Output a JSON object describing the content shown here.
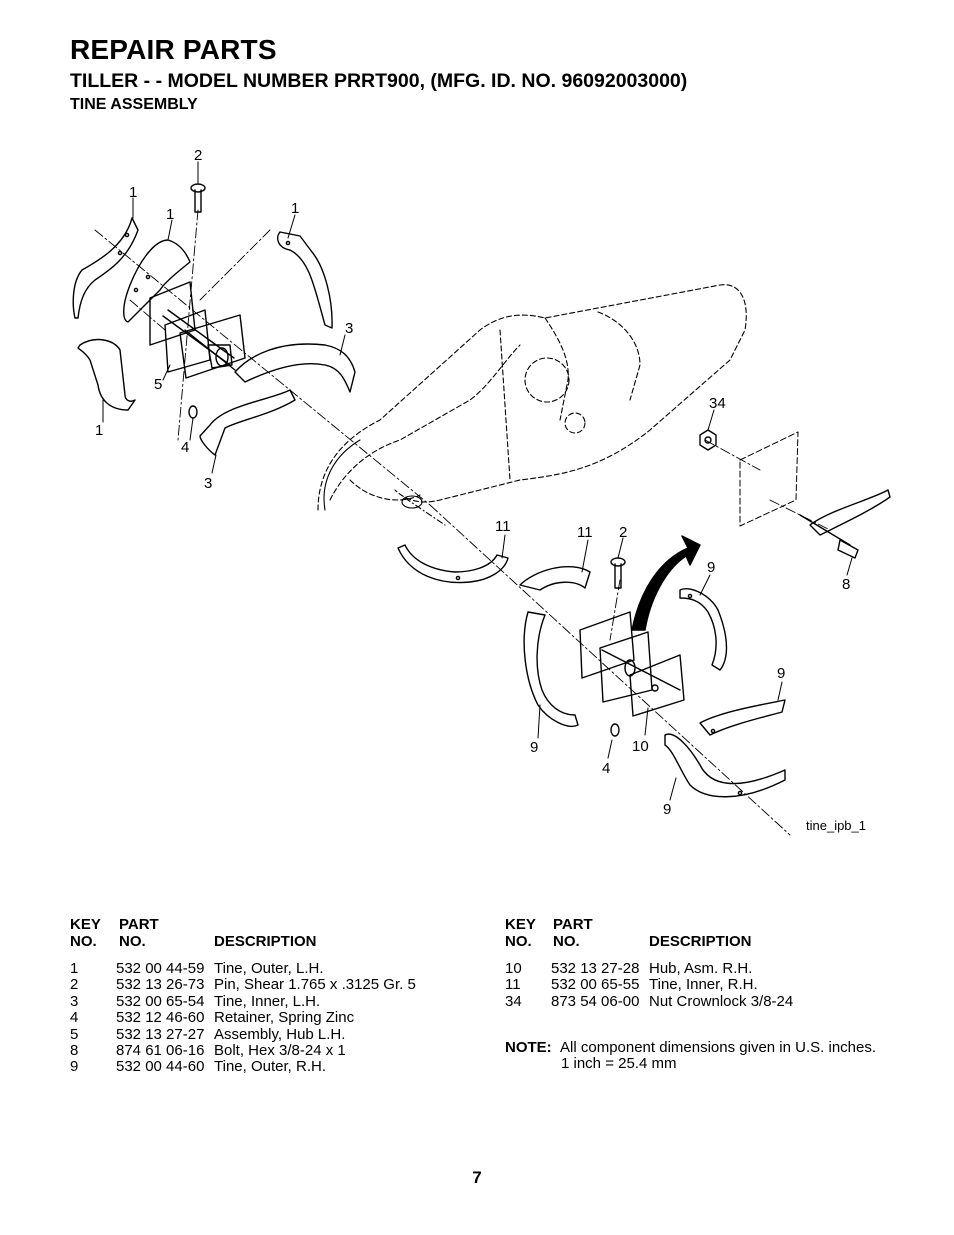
{
  "header": {
    "title": "REPAIR PARTS",
    "subtitle": "TILLER - - MODEL NUMBER PRRT900, (MFG. ID. NO. 96092003000)",
    "section": "TINE ASSEMBLY"
  },
  "diagram": {
    "figure_id": "tine_ipb_1",
    "callouts": [
      "2",
      "1",
      "1",
      "1",
      "3",
      "5",
      "1",
      "4",
      "3",
      "34",
      "11",
      "11",
      "2",
      "9",
      "8",
      "9",
      "9",
      "4",
      "10",
      "9"
    ]
  },
  "table_headers": {
    "key": "KEY",
    "no": "NO.",
    "part": "PART",
    "part_no": "NO.",
    "description": "DESCRIPTION"
  },
  "parts_left": [
    {
      "key": "1",
      "part": "532 00 44-59",
      "desc": "Tine, Outer, L.H."
    },
    {
      "key": "2",
      "part": "532 13 26-73",
      "desc": "Pin, Shear 1.765 x .3125 Gr. 5"
    },
    {
      "key": "3",
      "part": "532 00 65-54",
      "desc": "Tine, Inner, L.H."
    },
    {
      "key": "4",
      "part": "532 12 46-60",
      "desc": "Retainer, Spring Zinc"
    },
    {
      "key": "5",
      "part": "532 13 27-27",
      "desc": "Assembly, Hub L.H."
    },
    {
      "key": "8",
      "part": "874 61 06-16",
      "desc": "Bolt, Hex  3/8-24 x 1"
    },
    {
      "key": "9",
      "part": "532 00 44-60",
      "desc": "Tine, Outer, R.H."
    }
  ],
  "parts_right": [
    {
      "key": "10",
      "part": "532 13 27-28",
      "desc": "Hub, Asm. R.H."
    },
    {
      "key": "11",
      "part": "532 00 65-55",
      "desc": "Tine, Inner, R.H."
    },
    {
      "key": "34",
      "part": "873 54 06-00",
      "desc": "Nut Crownlock 3/8-24"
    }
  ],
  "note": {
    "label": "NOTE:",
    "line1": "All component dimensions given in U.S. inches.",
    "line2": "1 inch = 25.4 mm"
  },
  "page_number": "7"
}
